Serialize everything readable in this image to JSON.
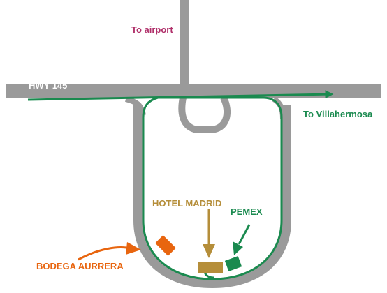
{
  "title": "",
  "roads": {
    "highway": {
      "label": "HWY 145",
      "color": "#9a9a9a"
    },
    "road_color": "#9a9a9a"
  },
  "route": {
    "color": "#1a8a4f"
  },
  "labels": {
    "airport": {
      "text": "To airport",
      "color": "#b0306a"
    },
    "villahermosa": {
      "text": "To Villahermosa",
      "color": "#1a8a4f"
    },
    "hotel": {
      "text": "HOTEL MADRID",
      "color": "#b58e3a"
    },
    "pemex": {
      "text": "PEMEX",
      "color": "#1a8a4f"
    },
    "bodega": {
      "text": "BODEGA AURRERA",
      "color": "#e8650f"
    }
  },
  "landmarks": [
    {
      "name": "hotel-madrid",
      "color": "#b58e3a"
    },
    {
      "name": "pemex",
      "color": "#1a8a4f"
    },
    {
      "name": "bodega-aurrera",
      "color": "#e8650f"
    }
  ]
}
